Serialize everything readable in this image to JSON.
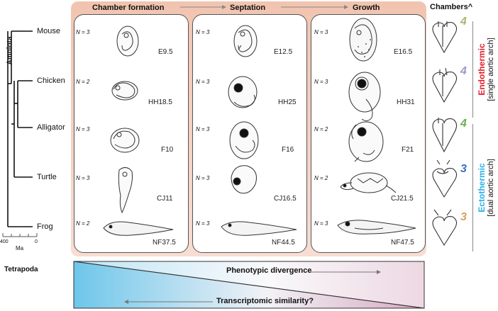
{
  "header": {
    "phases": [
      "Chamber formation",
      "Septation",
      "Growth"
    ],
    "chambers_title": "Chambers^"
  },
  "tree": {
    "root_label": "Amniota",
    "taxa": [
      "Mouse",
      "Chicken",
      "Alligator",
      "Turtle",
      "Frog"
    ],
    "scale": {
      "ticks": [
        "400",
        "0"
      ],
      "unit": "Ma"
    },
    "outgroup_label": "Tetrapoda"
  },
  "stages": [
    [
      {
        "n": "N = 3",
        "stage": "E9.5"
      },
      {
        "n": "N = 3",
        "stage": "E12.5"
      },
      {
        "n": "N = 3",
        "stage": "E16.5"
      }
    ],
    [
      {
        "n": "N = 2",
        "stage": "HH18.5"
      },
      {
        "n": "N = 3",
        "stage": "HH25"
      },
      {
        "n": "N = 3",
        "stage": "HH31"
      }
    ],
    [
      {
        "n": "N = 3",
        "stage": "F10"
      },
      {
        "n": "N = 3",
        "stage": "F16"
      },
      {
        "n": "N = 2",
        "stage": "F21"
      }
    ],
    [
      {
        "n": "N = 3",
        "stage": "CJ11"
      },
      {
        "n": "N = 3",
        "stage": "CJ16.5"
      },
      {
        "n": "N = 2",
        "stage": "CJ21.5"
      }
    ],
    [
      {
        "n": "N = 2",
        "stage": "NF37.5"
      },
      {
        "n": "N = 3",
        "stage": "NF44.5"
      },
      {
        "n": "N = 3",
        "stage": "NF47.5"
      }
    ]
  ],
  "chambers": [
    {
      "count": "4",
      "color": "#a8b870"
    },
    {
      "count": "4",
      "color": "#9a9ac8"
    },
    {
      "count": "4",
      "color": "#6ab04c"
    },
    {
      "count": "3",
      "color": "#3a6fc0"
    },
    {
      "count": "3",
      "color": "#d8a060"
    }
  ],
  "groups": {
    "endo_label": "Endothermic",
    "endo_sub": "[single aortic arch]",
    "endo_color": "#e0202a",
    "ecto_label": "Ectothermic",
    "ecto_sub": "[dual aortic arch]",
    "ecto_color": "#2ab0e8"
  },
  "bottom": {
    "divergence": "Phenotypic divergence",
    "similarity": "Transcriptomic similarity?",
    "blue": "#6ec6ea",
    "pink": "#d8a8c0"
  }
}
